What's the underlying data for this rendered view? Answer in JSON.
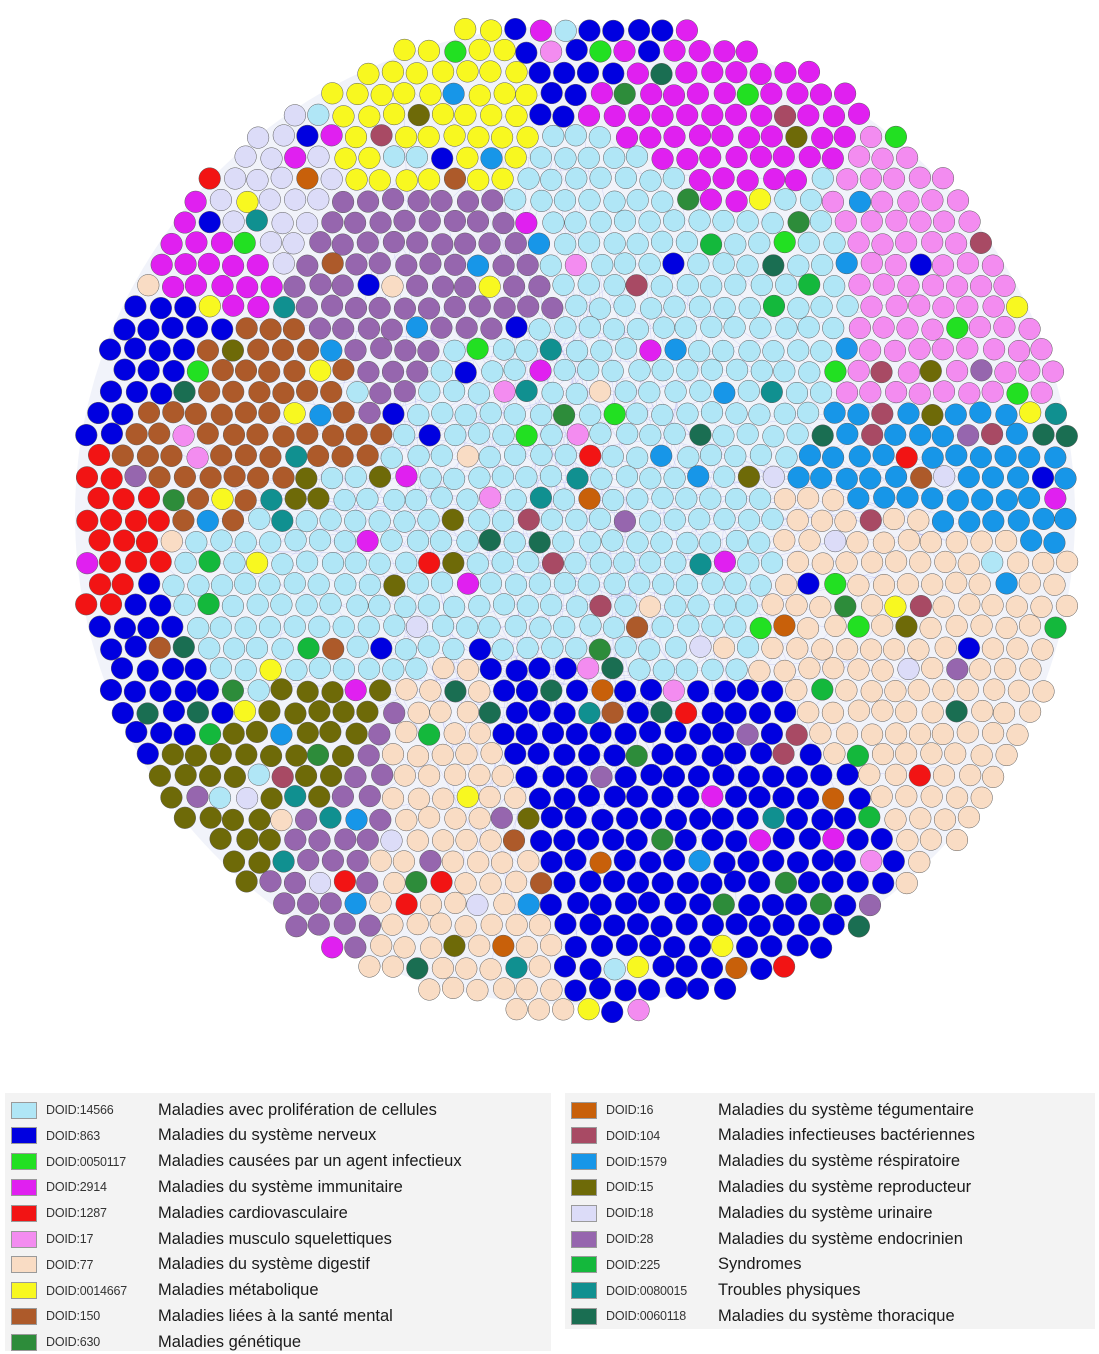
{
  "legend": {
    "left": [
      {
        "id": "DOID:14566",
        "label": "Maladies avec prolifération de cellules",
        "color": "#b0e6f6"
      },
      {
        "id": "DOID:863",
        "label": "Maladies du système nerveux",
        "color": "#0000e0"
      },
      {
        "id": "DOID:0050117",
        "label": "Maladies causées par un agent infectieux",
        "color": "#22e022"
      },
      {
        "id": "DOID:2914",
        "label": "Maladies du système immunitaire",
        "color": "#e020f0"
      },
      {
        "id": "DOID:1287",
        "label": "Maladies cardiovasculaire",
        "color": "#f21414"
      },
      {
        "id": "DOID:17",
        "label": "Maladies musculo squelettiques",
        "color": "#f38cf0"
      },
      {
        "id": "DOID:77",
        "label": "Maladies du système digestif",
        "color": "#f9dcc4"
      },
      {
        "id": "DOID:0014667",
        "label": "Maladies métabolique",
        "color": "#f8f820"
      },
      {
        "id": "DOID:150",
        "label": "Maladies liées à la santé mental",
        "color": "#ad5a2a"
      },
      {
        "id": "DOID:630",
        "label": "Maladies génétique",
        "color": "#2d8c3a"
      }
    ],
    "right": [
      {
        "id": "DOID:16",
        "label": "Maladies du système tégumentaire",
        "color": "#c8600a"
      },
      {
        "id": "DOID:104",
        "label": "Maladies infectieuses bactériennes",
        "color": "#a84a64"
      },
      {
        "id": "DOID:1579",
        "label": "Maladies du système réspiratoire",
        "color": "#1796e8"
      },
      {
        "id": "DOID:15",
        "label": "Maladies du système reproducteur",
        "color": "#6e6a08"
      },
      {
        "id": "DOID:18",
        "label": "Maladies du système urinaire",
        "color": "#dcdcf8"
      },
      {
        "id": "DOID:28",
        "label": "Maladies du système endocrinien",
        "color": "#9666ae"
      },
      {
        "id": "DOID:225",
        "label": "Syndromes",
        "color": "#14b83c"
      },
      {
        "id": "DOID:0080015",
        "label": "Troubles physiques",
        "color": "#109090"
      },
      {
        "id": "DOID:0060118",
        "label": "Maladies du système thoracique",
        "color": "#1a6e52"
      }
    ]
  }
}
